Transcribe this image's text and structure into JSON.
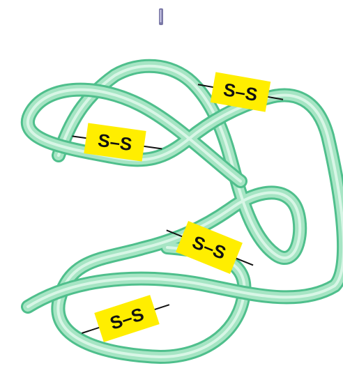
{
  "colors": {
    "background": "#ffffff",
    "strand_fill": "#a6e5c4",
    "strand_edge": "#4fbf8c",
    "strand_highlight": "#d8f6e6",
    "bond_box": "#ffee00",
    "bond_line": "#111111",
    "top_mark": "#7a78a6"
  },
  "disulfide_bonds": [
    {
      "label": "S–S"
    },
    {
      "label": "S–S"
    },
    {
      "label": "S–S"
    },
    {
      "label": "S–S"
    }
  ]
}
